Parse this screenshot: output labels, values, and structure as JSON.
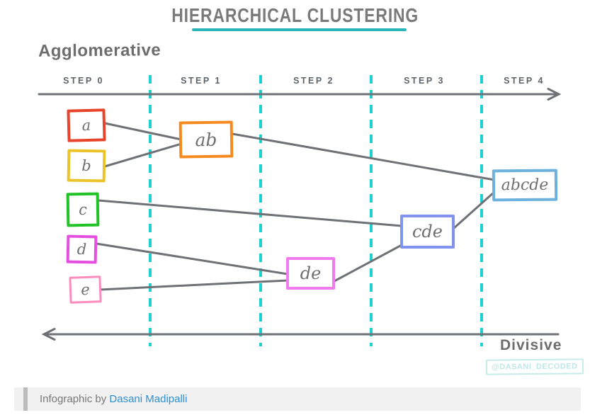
{
  "page": {
    "title": "HIERARCHICAL CLUSTERING",
    "method_top": "Agglomerative",
    "method_bottom": "Divisive",
    "watermark": "@DASANI_DECODED"
  },
  "timeline": {
    "steps": [
      "STEP 0",
      "STEP 1",
      "STEP 2",
      "STEP 3",
      "STEP 4"
    ]
  },
  "diagram": {
    "nodes": [
      {
        "id": "a",
        "label": "a",
        "border_color": "#e8442b"
      },
      {
        "id": "b",
        "label": "b",
        "border_color": "#eac428"
      },
      {
        "id": "ab",
        "label": "ab",
        "border_color": "#f58a20"
      },
      {
        "id": "c",
        "label": "c",
        "border_color": "#21c326"
      },
      {
        "id": "d",
        "label": "d",
        "border_color": "#e44fe0"
      },
      {
        "id": "e",
        "label": "e",
        "border_color": "#fa8cbe"
      },
      {
        "id": "de",
        "label": "de",
        "border_color": "#ef7bef"
      },
      {
        "id": "cde",
        "label": "cde",
        "border_color": "#8093ee"
      },
      {
        "id": "abcde",
        "label": "abcde",
        "border_color": "#6db1de"
      }
    ],
    "merges": [
      {
        "step": 1,
        "inputs": [
          "a",
          "b"
        ],
        "output": "ab"
      },
      {
        "step": 2,
        "inputs": [
          "d",
          "e"
        ],
        "output": "de"
      },
      {
        "step": 3,
        "inputs": [
          "c",
          "de"
        ],
        "output": "cde"
      },
      {
        "step": 4,
        "inputs": [
          "ab",
          "cde"
        ],
        "output": "abcde"
      }
    ]
  },
  "colors": {
    "dashed_step_divider": "#1ed1d1",
    "title_underline": "#2ab6b8",
    "connector_gray": "#6e7175",
    "text_gray": "#6d6d6d",
    "watermark_teal": "#bfe7e7",
    "caption_background": "#f1f1f1",
    "caption_link_blue": "#2d8fd5"
  },
  "caption": {
    "prefix": "Infographic by ",
    "author_link": "Dasani Madipalli"
  }
}
